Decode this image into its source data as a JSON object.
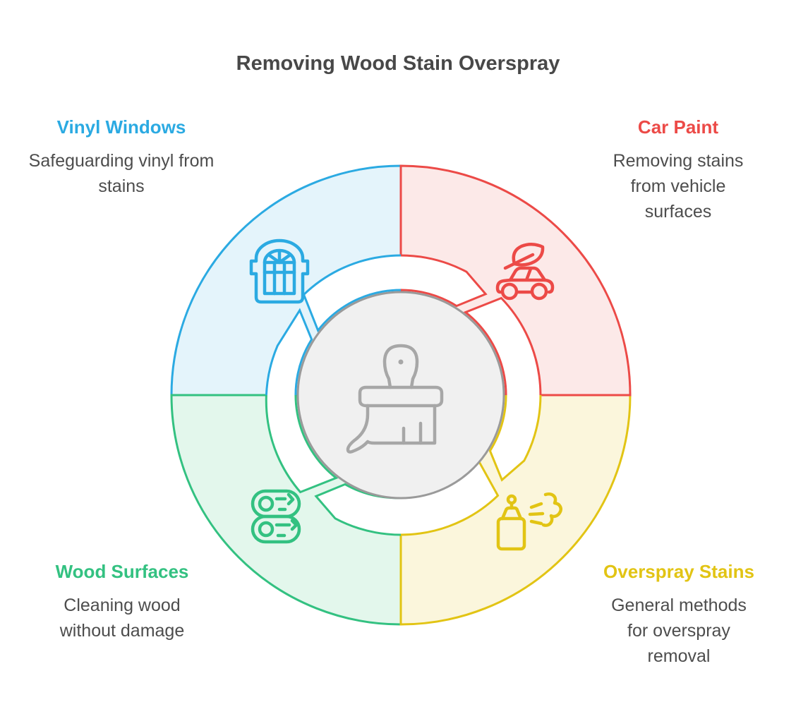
{
  "title": "Removing Wood Stain Overspray",
  "center": {
    "icon": "paint-brush-icon",
    "circle_fill": "#f0f0f0",
    "circle_stroke": "#9a9a9a",
    "icon_color": "#a7a7a7"
  },
  "sections": [
    {
      "id": "vinyl-windows",
      "position": "top-left",
      "label": "Vinyl Windows",
      "description": "Safeguarding vinyl from stains",
      "color": "#2baae2",
      "fill": "#e4f4fb",
      "icon": "arched-window-icon"
    },
    {
      "id": "car-paint",
      "position": "top-right",
      "label": "Car Paint",
      "description": "Removing stains from vehicle surfaces",
      "color": "#ec4a47",
      "fill": "#fce9e8",
      "icon": "eco-car-icon"
    },
    {
      "id": "wood-surfaces",
      "position": "bottom-left",
      "label": "Wood Surfaces",
      "description": "Cleaning wood without damage",
      "color": "#33c181",
      "fill": "#e3f7ec",
      "icon": "wood-logs-icon"
    },
    {
      "id": "overspray-stains",
      "position": "bottom-right",
      "label": "Overspray Stains",
      "description": "General methods for overspray removal",
      "color": "#e2c414",
      "fill": "#fbf6dc",
      "icon": "spray-can-icon"
    }
  ]
}
